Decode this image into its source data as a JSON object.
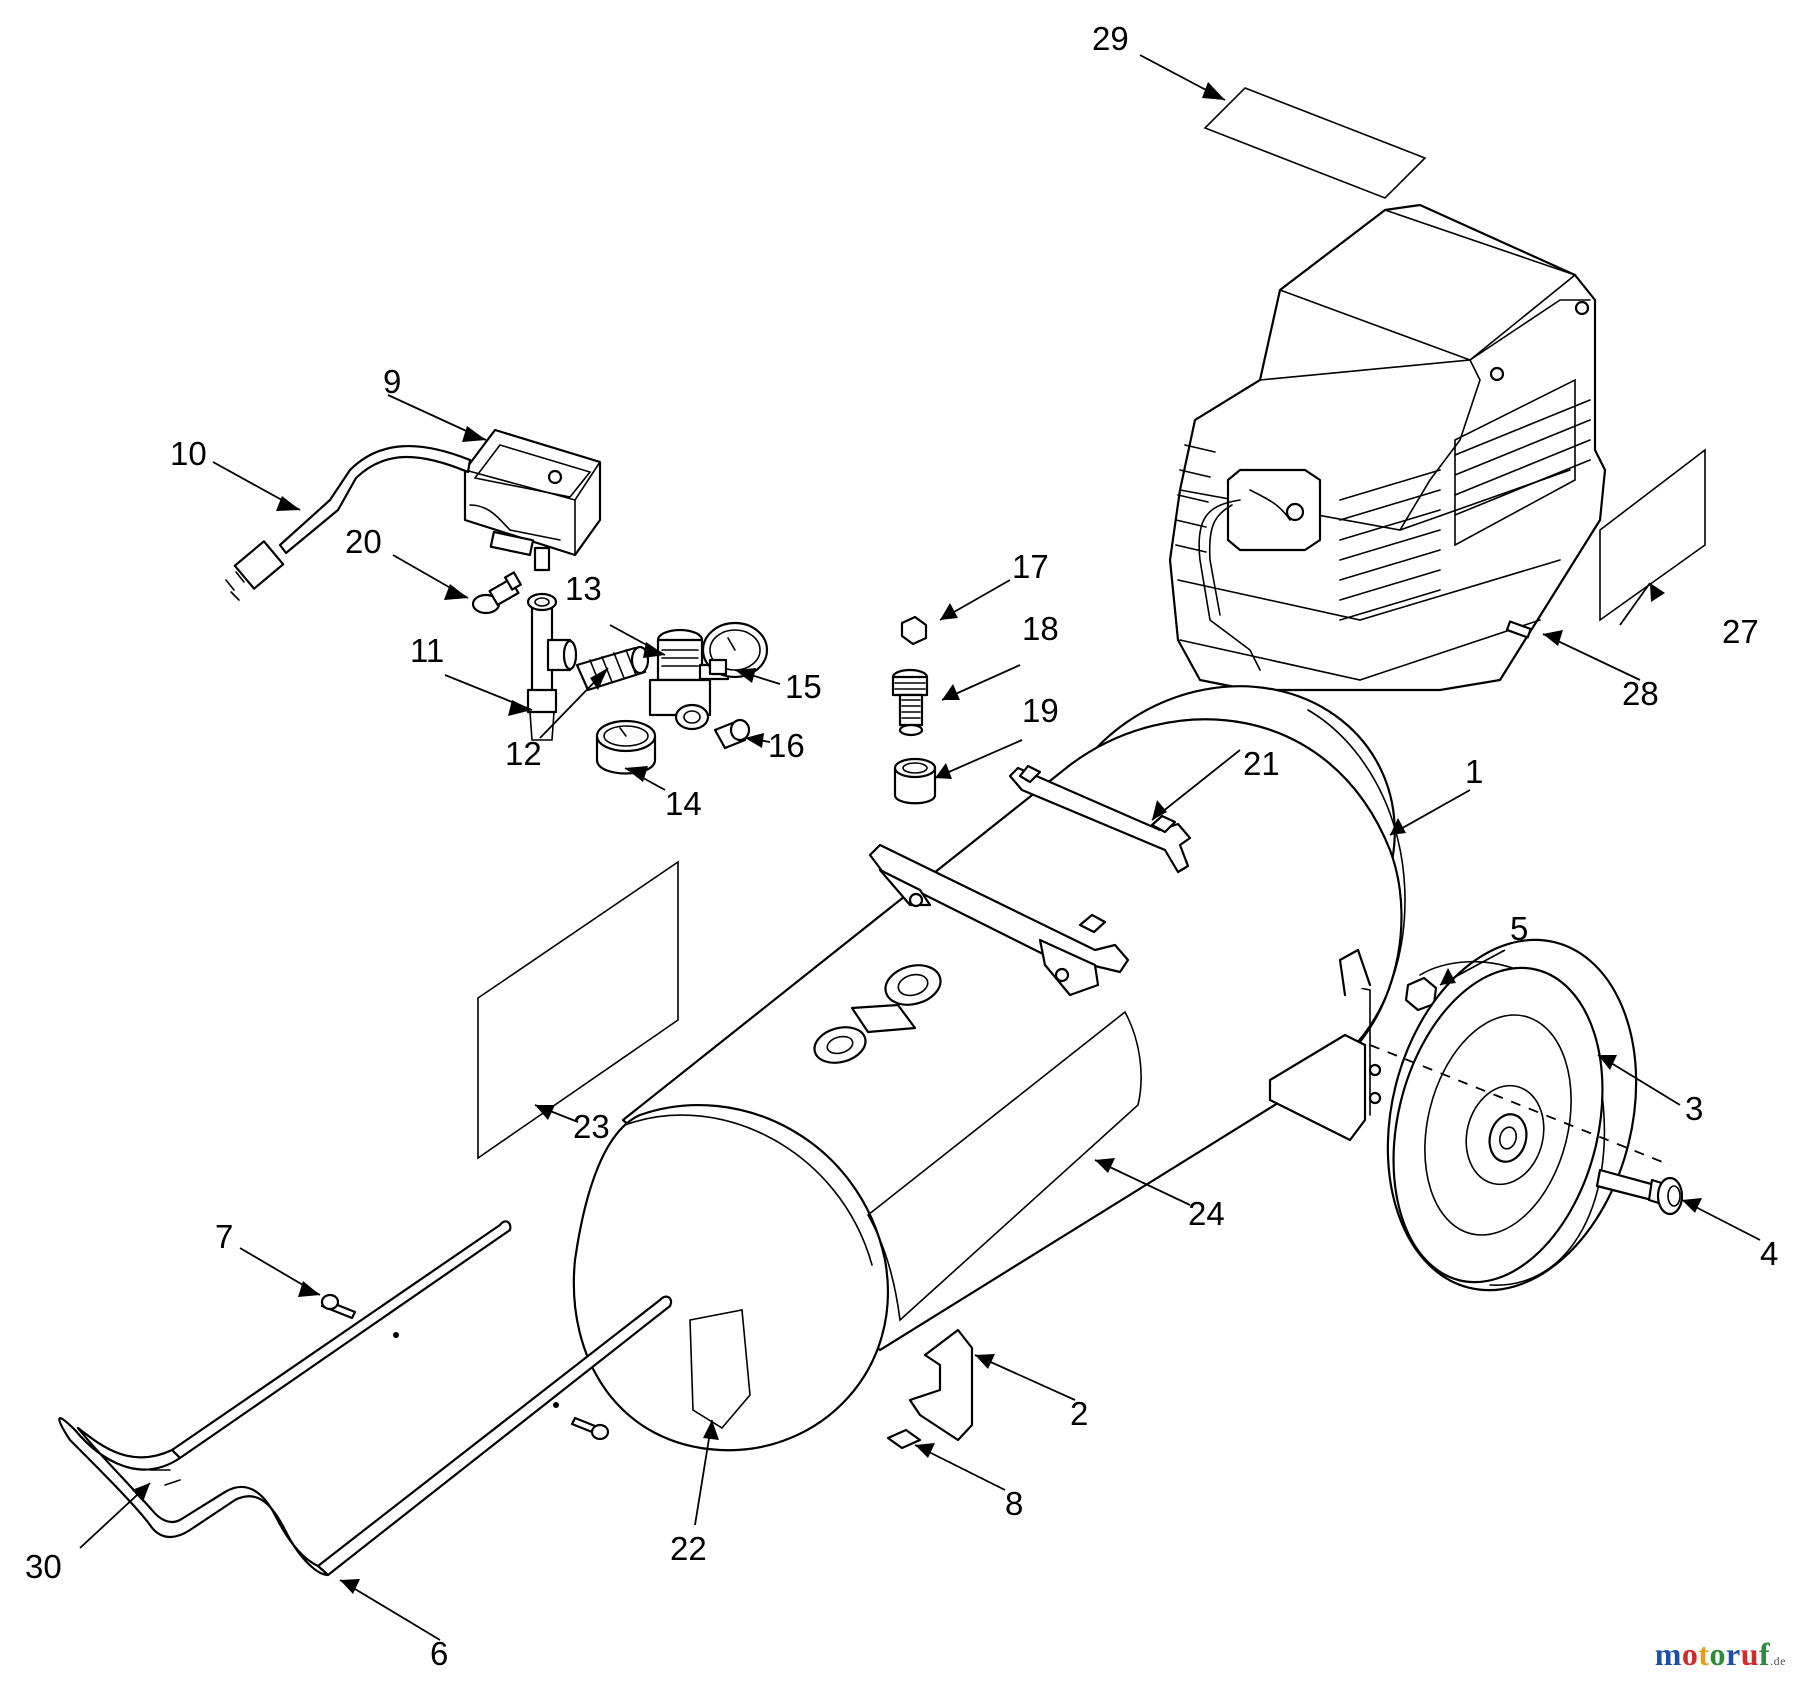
{
  "callouts": [
    {
      "id": "1",
      "text": "1"
    },
    {
      "id": "2",
      "text": "2"
    },
    {
      "id": "3",
      "text": "3"
    },
    {
      "id": "4",
      "text": "4"
    },
    {
      "id": "5",
      "text": "5"
    },
    {
      "id": "6",
      "text": "6"
    },
    {
      "id": "7",
      "text": "7"
    },
    {
      "id": "8",
      "text": "8"
    },
    {
      "id": "9",
      "text": "9"
    },
    {
      "id": "10",
      "text": "10"
    },
    {
      "id": "11",
      "text": "11"
    },
    {
      "id": "12",
      "text": "12"
    },
    {
      "id": "13",
      "text": "13"
    },
    {
      "id": "14",
      "text": "14"
    },
    {
      "id": "15",
      "text": "15"
    },
    {
      "id": "16",
      "text": "16"
    },
    {
      "id": "17",
      "text": "17"
    },
    {
      "id": "18",
      "text": "18"
    },
    {
      "id": "19",
      "text": "19"
    },
    {
      "id": "20",
      "text": "20"
    },
    {
      "id": "21",
      "text": "21"
    },
    {
      "id": "22",
      "text": "22"
    },
    {
      "id": "23",
      "text": "23"
    },
    {
      "id": "24",
      "text": "24"
    },
    {
      "id": "27",
      "text": "27"
    },
    {
      "id": "28",
      "text": "28"
    },
    {
      "id": "29",
      "text": "29"
    },
    {
      "id": "30",
      "text": "30"
    }
  ],
  "watermark": {
    "letters": [
      "m",
      "o",
      "t",
      "o",
      "r",
      "u",
      "f"
    ],
    "suffix": ".de",
    "colors": [
      "#1f4fa8",
      "#d12a2a",
      "#e0a21a",
      "#2e8b3a",
      "#1f4fa8",
      "#d12a2a",
      "#2e8b3a"
    ]
  }
}
